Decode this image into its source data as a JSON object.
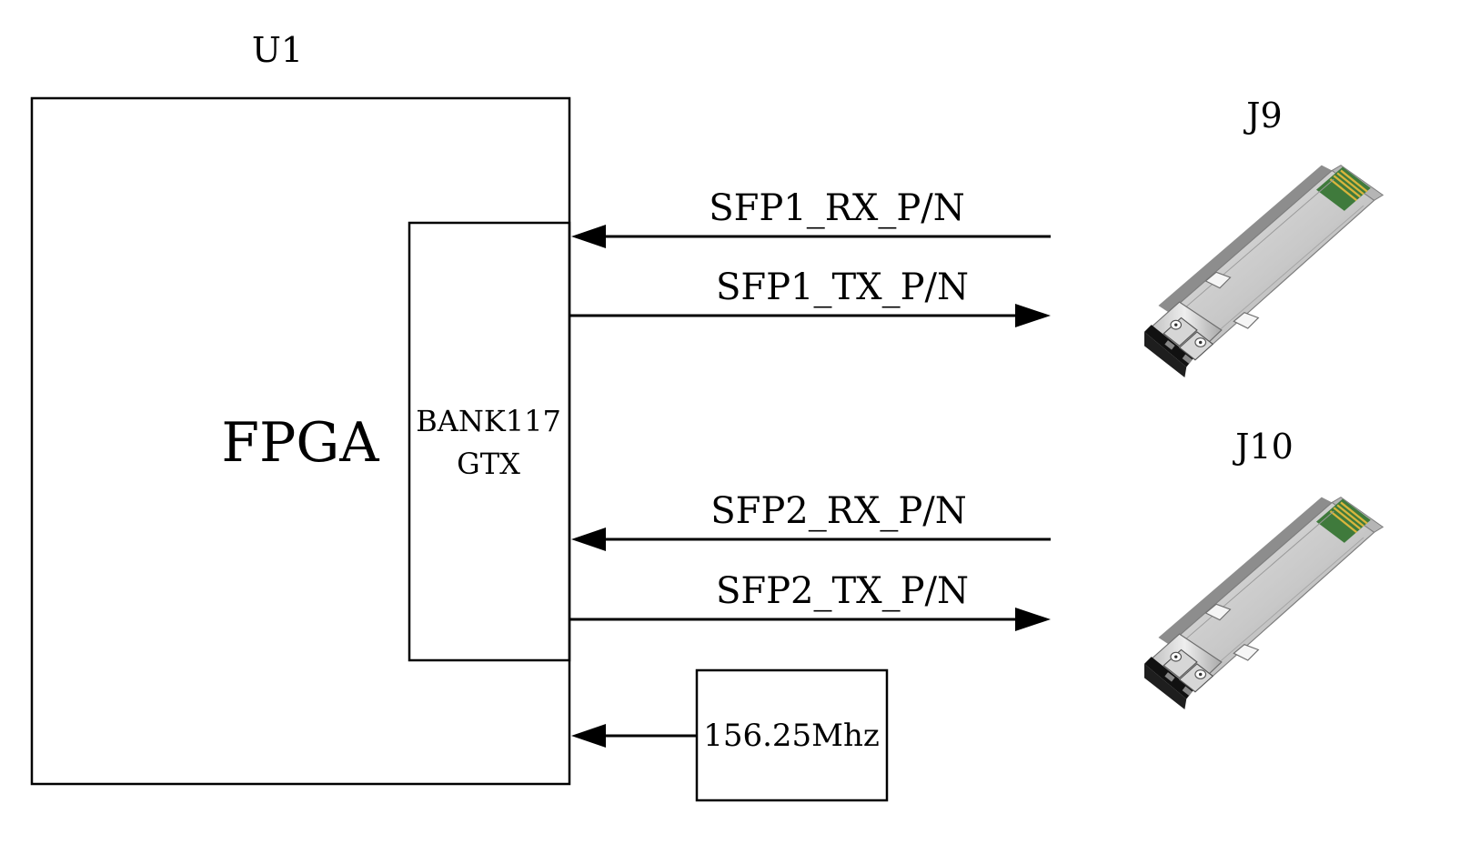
{
  "fpga": {
    "designator": "U1",
    "label": "FPGA",
    "bank": {
      "line1": "BANK117",
      "line2": "GTX"
    }
  },
  "signals": {
    "sfp1_rx": "SFP1_RX_P/N",
    "sfp1_tx": "SFP1_TX_P/N",
    "sfp2_rx": "SFP2_RX_P/N",
    "sfp2_tx": "SFP2_TX_P/N"
  },
  "clock": {
    "label": "156.25Mhz"
  },
  "connectors": {
    "j9": "J9",
    "j10": "J10"
  },
  "colors": {
    "line": "#000000",
    "module_body": "#c9c9c9",
    "module_edge": "#8a8a8a",
    "module_contacts_green": "#3f7a3c",
    "module_contacts_gold": "#d4b13a",
    "module_front": "#1a1a1a"
  },
  "icons": {
    "sfp_module": "sfp-transceiver-icon"
  }
}
